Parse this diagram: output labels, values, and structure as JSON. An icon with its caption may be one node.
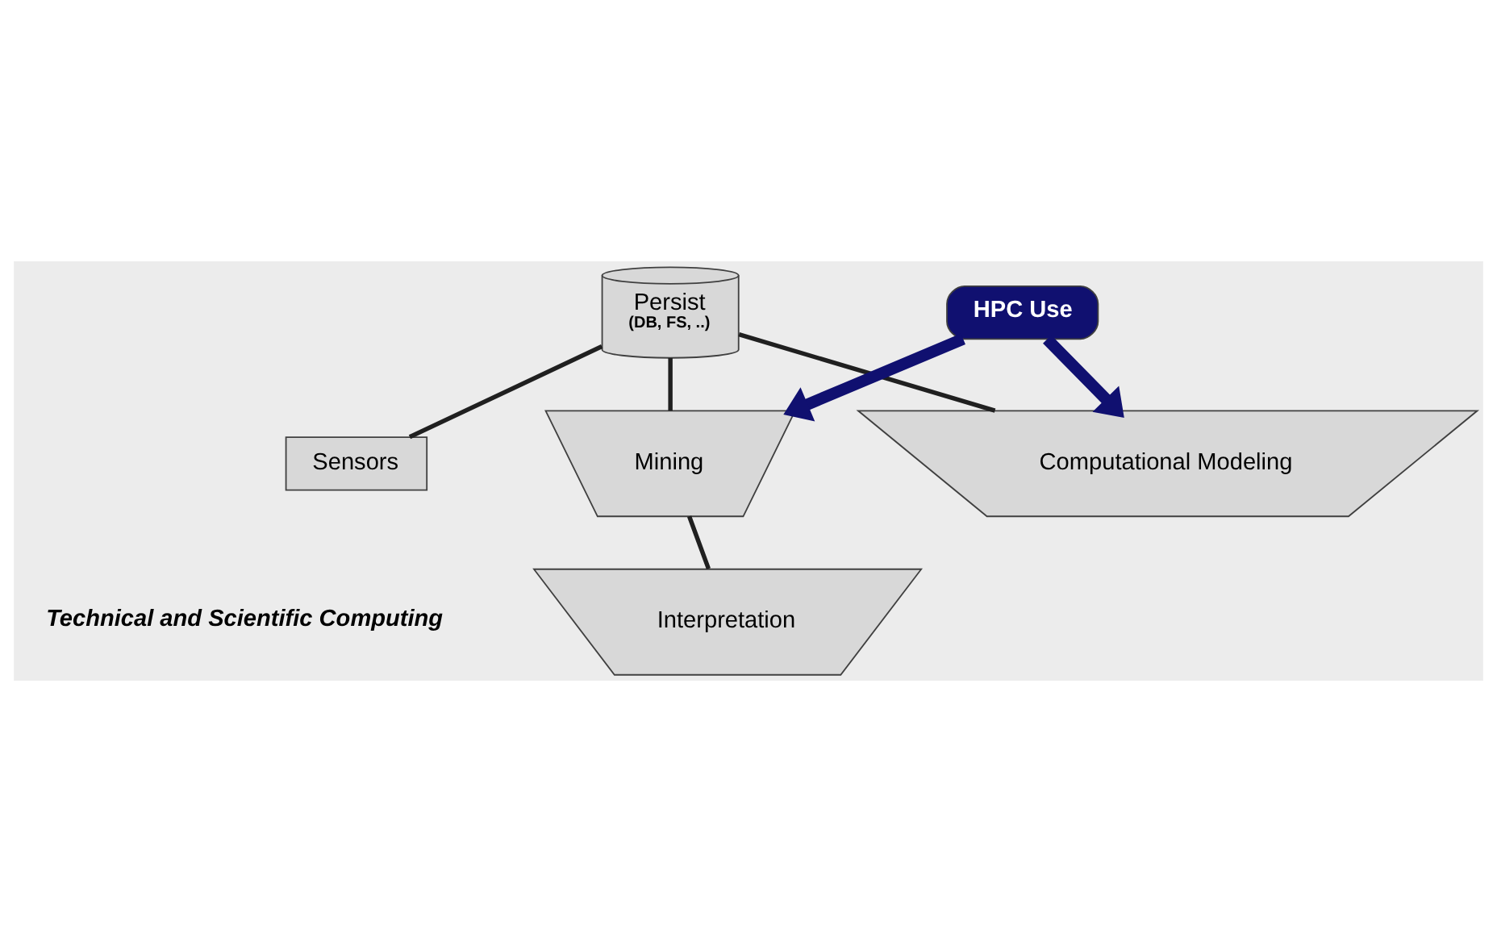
{
  "diagram": {
    "nodes": [
      {
        "text": [
          "Computational Modeling"
        ]
      },
      {
        "text": [
          "Sensors"
        ]
      },
      {
        "text": [
          "Persist",
          "(DB, FS, ..)"
        ]
      },
      {
        "text": [
          "HPC Use"
        ]
      },
      {
        "text": [
          "Mining"
        ]
      },
      {
        "text": [
          "Interpretation"
        ]
      }
    ],
    "edges": [
      {
        "from": 3,
        "to": 0,
        "arrow": "to",
        "style": "thick",
        "color": "#101070"
      },
      {
        "from": 2,
        "to": 0,
        "arrow": "none"
      },
      {
        "from": 2,
        "to": 1,
        "arrow": "none"
      },
      {
        "from": 3,
        "to": 4,
        "arrow": "to",
        "style": "thick",
        "color": "#101070"
      },
      {
        "from": 2,
        "to": 4,
        "arrow": "none"
      },
      {
        "from": 4,
        "to": 5,
        "arrow": "none"
      }
    ],
    "labels": [
      "Technical and Scientific Computing"
    ]
  }
}
